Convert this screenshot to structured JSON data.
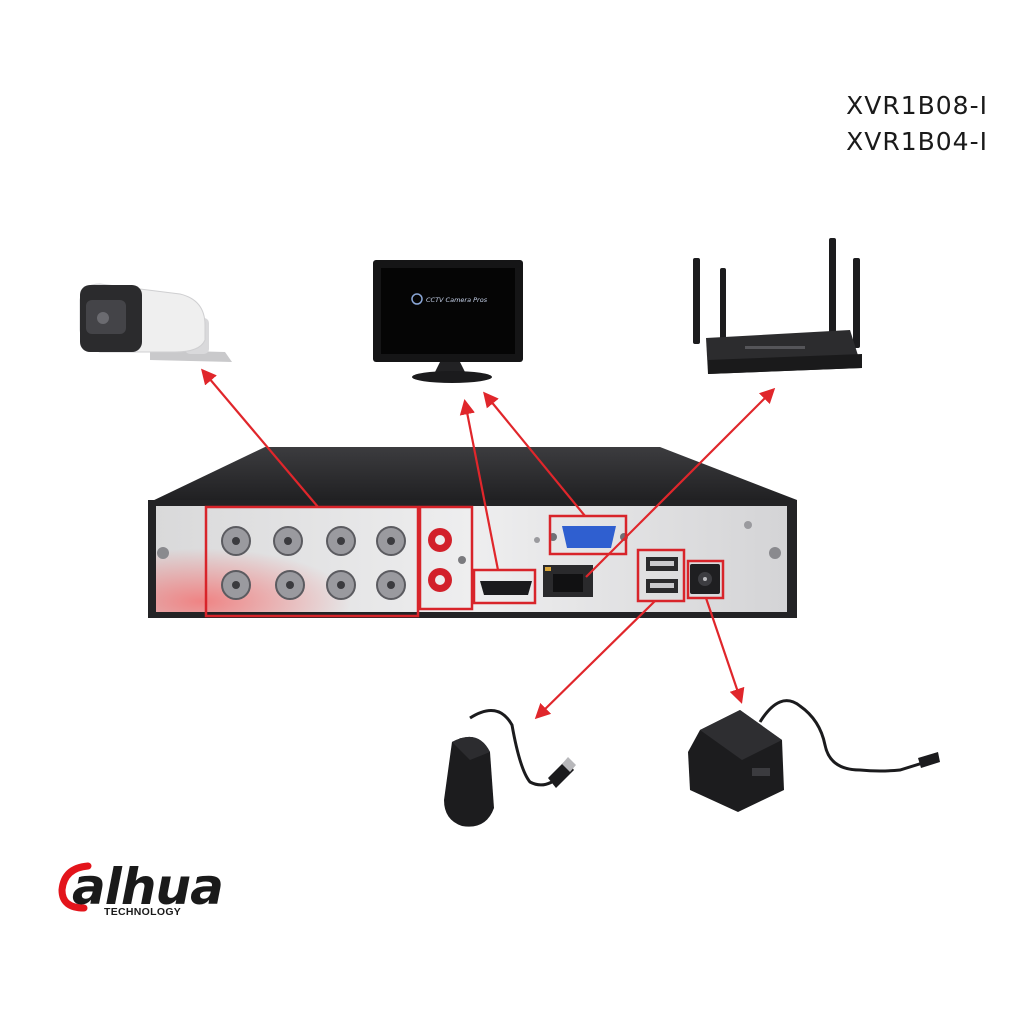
{
  "models": [
    "XVR1B08-I",
    "XVR1B04-I"
  ],
  "monitor": {
    "screen_text": "CCTV Camera Pros"
  },
  "brand": {
    "name": "alhua",
    "tagline": "TECHNOLOGY",
    "accent": "#e3141b"
  },
  "colors": {
    "arrow": "#e0262b",
    "highlight_box": "#d8242a",
    "recorder_body": "#2a2a2c",
    "vga": "#2f5fd0"
  },
  "devices": [
    "camera-icon",
    "monitor-icon",
    "router-icon",
    "mouse-icon",
    "power-adapter-icon",
    "recorder-icon"
  ]
}
